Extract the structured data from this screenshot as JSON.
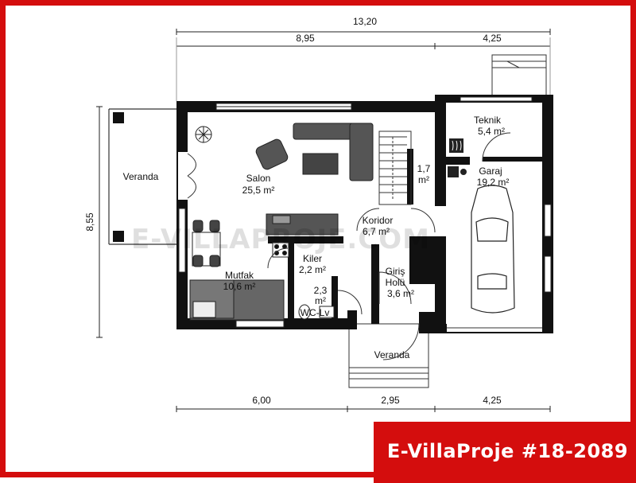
{
  "plan": {
    "dimensions": {
      "top_total": "13,20",
      "top_left": "8,95",
      "top_right": "4,25",
      "left_height": "8,55",
      "bottom_1": "6,00",
      "bottom_2": "2,95",
      "bottom_3": "4,25"
    },
    "rooms": [
      {
        "key": "veranda_left",
        "name": "Veranda",
        "area": ""
      },
      {
        "key": "salon",
        "name": "Salon",
        "area": "25,5 m²"
      },
      {
        "key": "teknik",
        "name": "Teknik",
        "area": "5,4 m²"
      },
      {
        "key": "garaj",
        "name": "Garaj",
        "area": "19,2 m²"
      },
      {
        "key": "stair",
        "name": "1,7",
        "area": "m²"
      },
      {
        "key": "koridor",
        "name": "Koridor",
        "area": "6,7 m²"
      },
      {
        "key": "kiler",
        "name": "Kiler",
        "area": "2,2 m²"
      },
      {
        "key": "mutfak",
        "name": "Mutfak",
        "area": "10,6 m²"
      },
      {
        "key": "wc",
        "name": "2,3",
        "area": "m²",
        "extra": "WC-Lv"
      },
      {
        "key": "giris",
        "name": "Giriş",
        "area": "Holü",
        "extra": "3,6 m²"
      },
      {
        "key": "veranda_bottom",
        "name": "Veranda",
        "area": ""
      }
    ],
    "watermark": "E-VILLAPROJE.COM"
  },
  "badge": "E-VillaProje #18-2089",
  "colors": {
    "brand_red": "#d40d0d",
    "wall": "#111111"
  }
}
